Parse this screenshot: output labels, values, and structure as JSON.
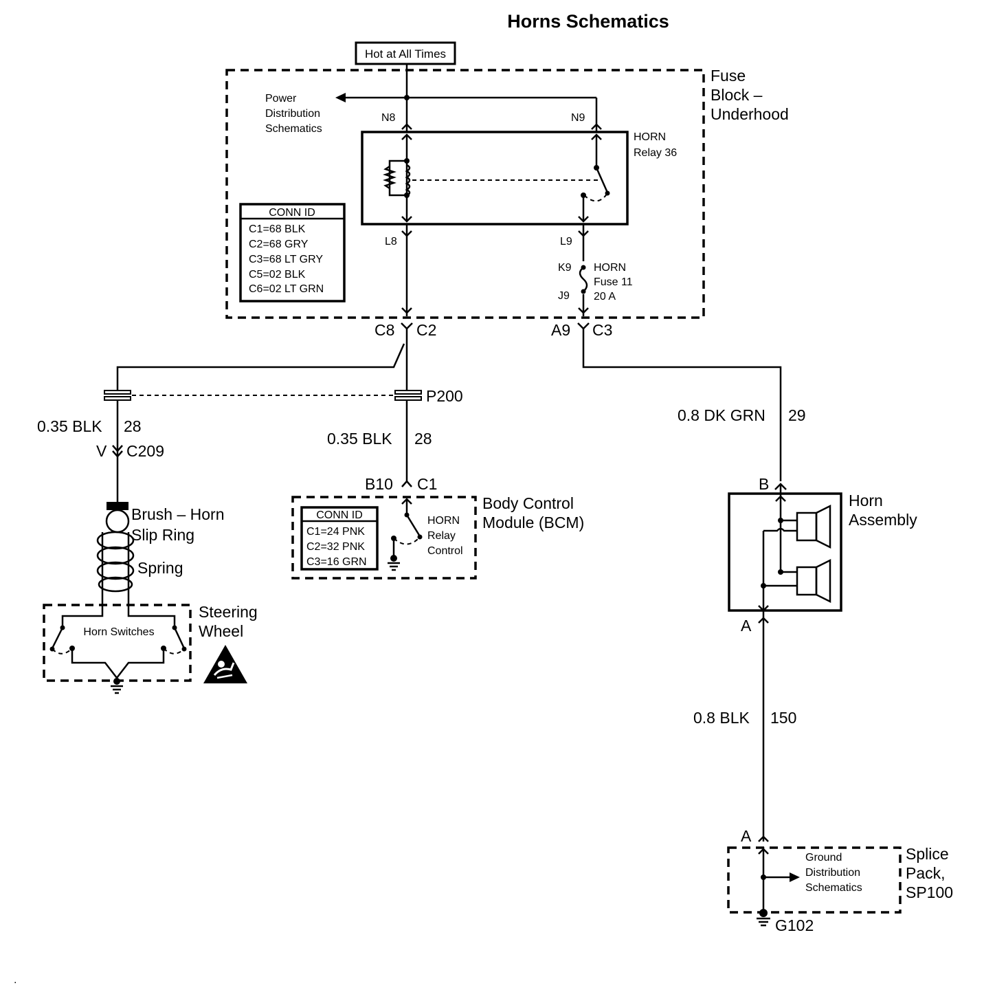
{
  "title": "Horns Schematics",
  "hot_label": "Hot at All Times",
  "fuse_block": {
    "name_line1": "Fuse",
    "name_line2": "Block –",
    "name_line3": "Underhood",
    "power_dist": [
      "Power",
      "Distribution",
      "Schematics"
    ],
    "pins": {
      "n8": "N8",
      "n9": "N9",
      "l8": "L8",
      "l9": "L9",
      "k9": "K9",
      "j9": "J9"
    },
    "relay_label": [
      "HORN",
      "Relay 36"
    ],
    "fuse_label": [
      "HORN",
      "Fuse 11",
      "20 A"
    ],
    "conn_id": {
      "header": "CONN ID",
      "rows": [
        "C1=68 BLK",
        "C2=68 GRY",
        "C3=68 LT GRY",
        "C5=02 BLK",
        "C6=02 LT GRN"
      ]
    }
  },
  "connectors": {
    "c8": "C8",
    "c2": "C2",
    "a9": "A9",
    "c3": "C3",
    "p200": "P200",
    "v": "V",
    "c209": "C209",
    "b10": "B10",
    "c1": "C1",
    "b": "B",
    "a_horn": "A",
    "a_splice": "A",
    "g102": "G102"
  },
  "wires": {
    "left_size": "0.35 BLK",
    "left_circuit": "28",
    "mid_size": "0.35 BLK",
    "mid_circuit": "28",
    "right_size": "0.8 DK GRN",
    "right_circuit": "29",
    "ground_size": "0.8 BLK",
    "ground_circuit": "150"
  },
  "bcm": {
    "name_line1": "Body Control",
    "name_line2": "Module (BCM)",
    "relay_ctrl": [
      "HORN",
      "Relay",
      "Control"
    ],
    "conn_id": {
      "header": "CONN ID",
      "rows": [
        "C1=24 PNK",
        "C2=32 PNK",
        "C3=16 GRN"
      ]
    }
  },
  "steering": {
    "brush_line1": "Brush – Horn",
    "brush_line2": "Slip Ring",
    "spring": "Spring",
    "switches": "Horn Switches",
    "wheel_line1": "Steering",
    "wheel_line2": "Wheel"
  },
  "horn_assembly": {
    "line1": "Horn",
    "line2": "Assembly"
  },
  "splice": {
    "line1": "Splice",
    "line2": "Pack,",
    "line3": "SP100",
    "ground_dist": [
      "Ground",
      "Distribution",
      "Schematics"
    ]
  },
  "corner_mark": "."
}
